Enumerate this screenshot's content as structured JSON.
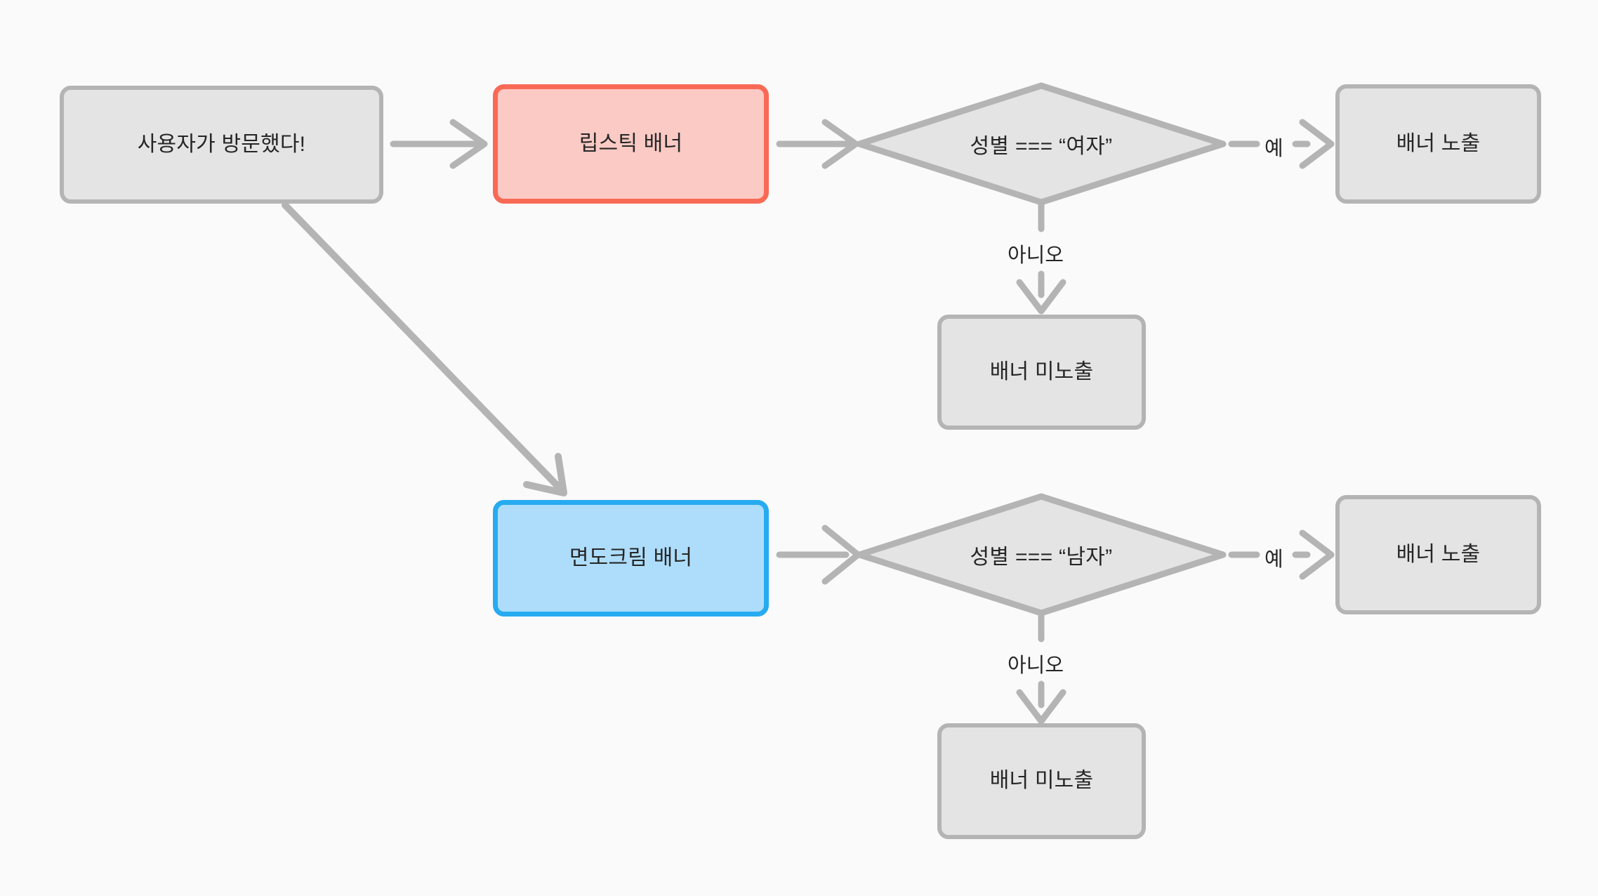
{
  "diagram": {
    "type": "flowchart",
    "background_color": "#fafafa",
    "direction": "left-to-right",
    "nodes": [
      {
        "id": "visit",
        "label": "사용자가 방문했다!",
        "shape": "rounded-rect",
        "style": "gray",
        "fill": "#e4e4e4",
        "stroke": "#b4b4b4"
      },
      {
        "id": "lipstick-banner",
        "label": "립스틱 배너",
        "shape": "rounded-rect",
        "style": "pink",
        "fill": "#fbcac4",
        "stroke": "#f96a56"
      },
      {
        "id": "decision-female",
        "label": "성별 === “여자”",
        "shape": "diamond",
        "style": "gray",
        "fill": "#e4e4e4",
        "stroke": "#b4b4b4"
      },
      {
        "id": "show-banner-top",
        "label": "배너 노출",
        "shape": "rounded-rect",
        "style": "gray",
        "fill": "#e4e4e4",
        "stroke": "#b4b4b4"
      },
      {
        "id": "hide-banner-top",
        "label": "배너 미노출",
        "shape": "rounded-rect",
        "style": "gray",
        "fill": "#e4e4e4",
        "stroke": "#b4b4b4"
      },
      {
        "id": "shaving-cream-banner",
        "label": "면도크림 배너",
        "shape": "rounded-rect",
        "style": "blue",
        "fill": "#aeddfb",
        "stroke": "#27abf0"
      },
      {
        "id": "decision-male",
        "label": "성별 === “남자”",
        "shape": "diamond",
        "style": "gray",
        "fill": "#e4e4e4",
        "stroke": "#b4b4b4"
      },
      {
        "id": "show-banner-bottom",
        "label": "배너 노출",
        "shape": "rounded-rect",
        "style": "gray",
        "fill": "#e4e4e4",
        "stroke": "#b4b4b4"
      },
      {
        "id": "hide-banner-bottom",
        "label": "배너 미노출",
        "shape": "rounded-rect",
        "style": "gray",
        "fill": "#e4e4e4",
        "stroke": "#b4b4b4"
      }
    ],
    "edges": [
      {
        "from": "visit",
        "to": "lipstick-banner",
        "label": ""
      },
      {
        "from": "visit",
        "to": "shaving-cream-banner",
        "label": ""
      },
      {
        "from": "lipstick-banner",
        "to": "decision-female",
        "label": ""
      },
      {
        "from": "decision-female",
        "to": "show-banner-top",
        "label": "예"
      },
      {
        "from": "decision-female",
        "to": "hide-banner-top",
        "label": "아니오"
      },
      {
        "from": "shaving-cream-banner",
        "to": "decision-male",
        "label": ""
      },
      {
        "from": "decision-male",
        "to": "show-banner-bottom",
        "label": "예"
      },
      {
        "from": "decision-male",
        "to": "hide-banner-bottom",
        "label": "아니오"
      }
    ],
    "edge_color": "#b4b4b4",
    "labels": {
      "yes_top": "예",
      "no_top": "아니오",
      "yes_bottom": "예",
      "no_bottom": "아니오"
    }
  }
}
